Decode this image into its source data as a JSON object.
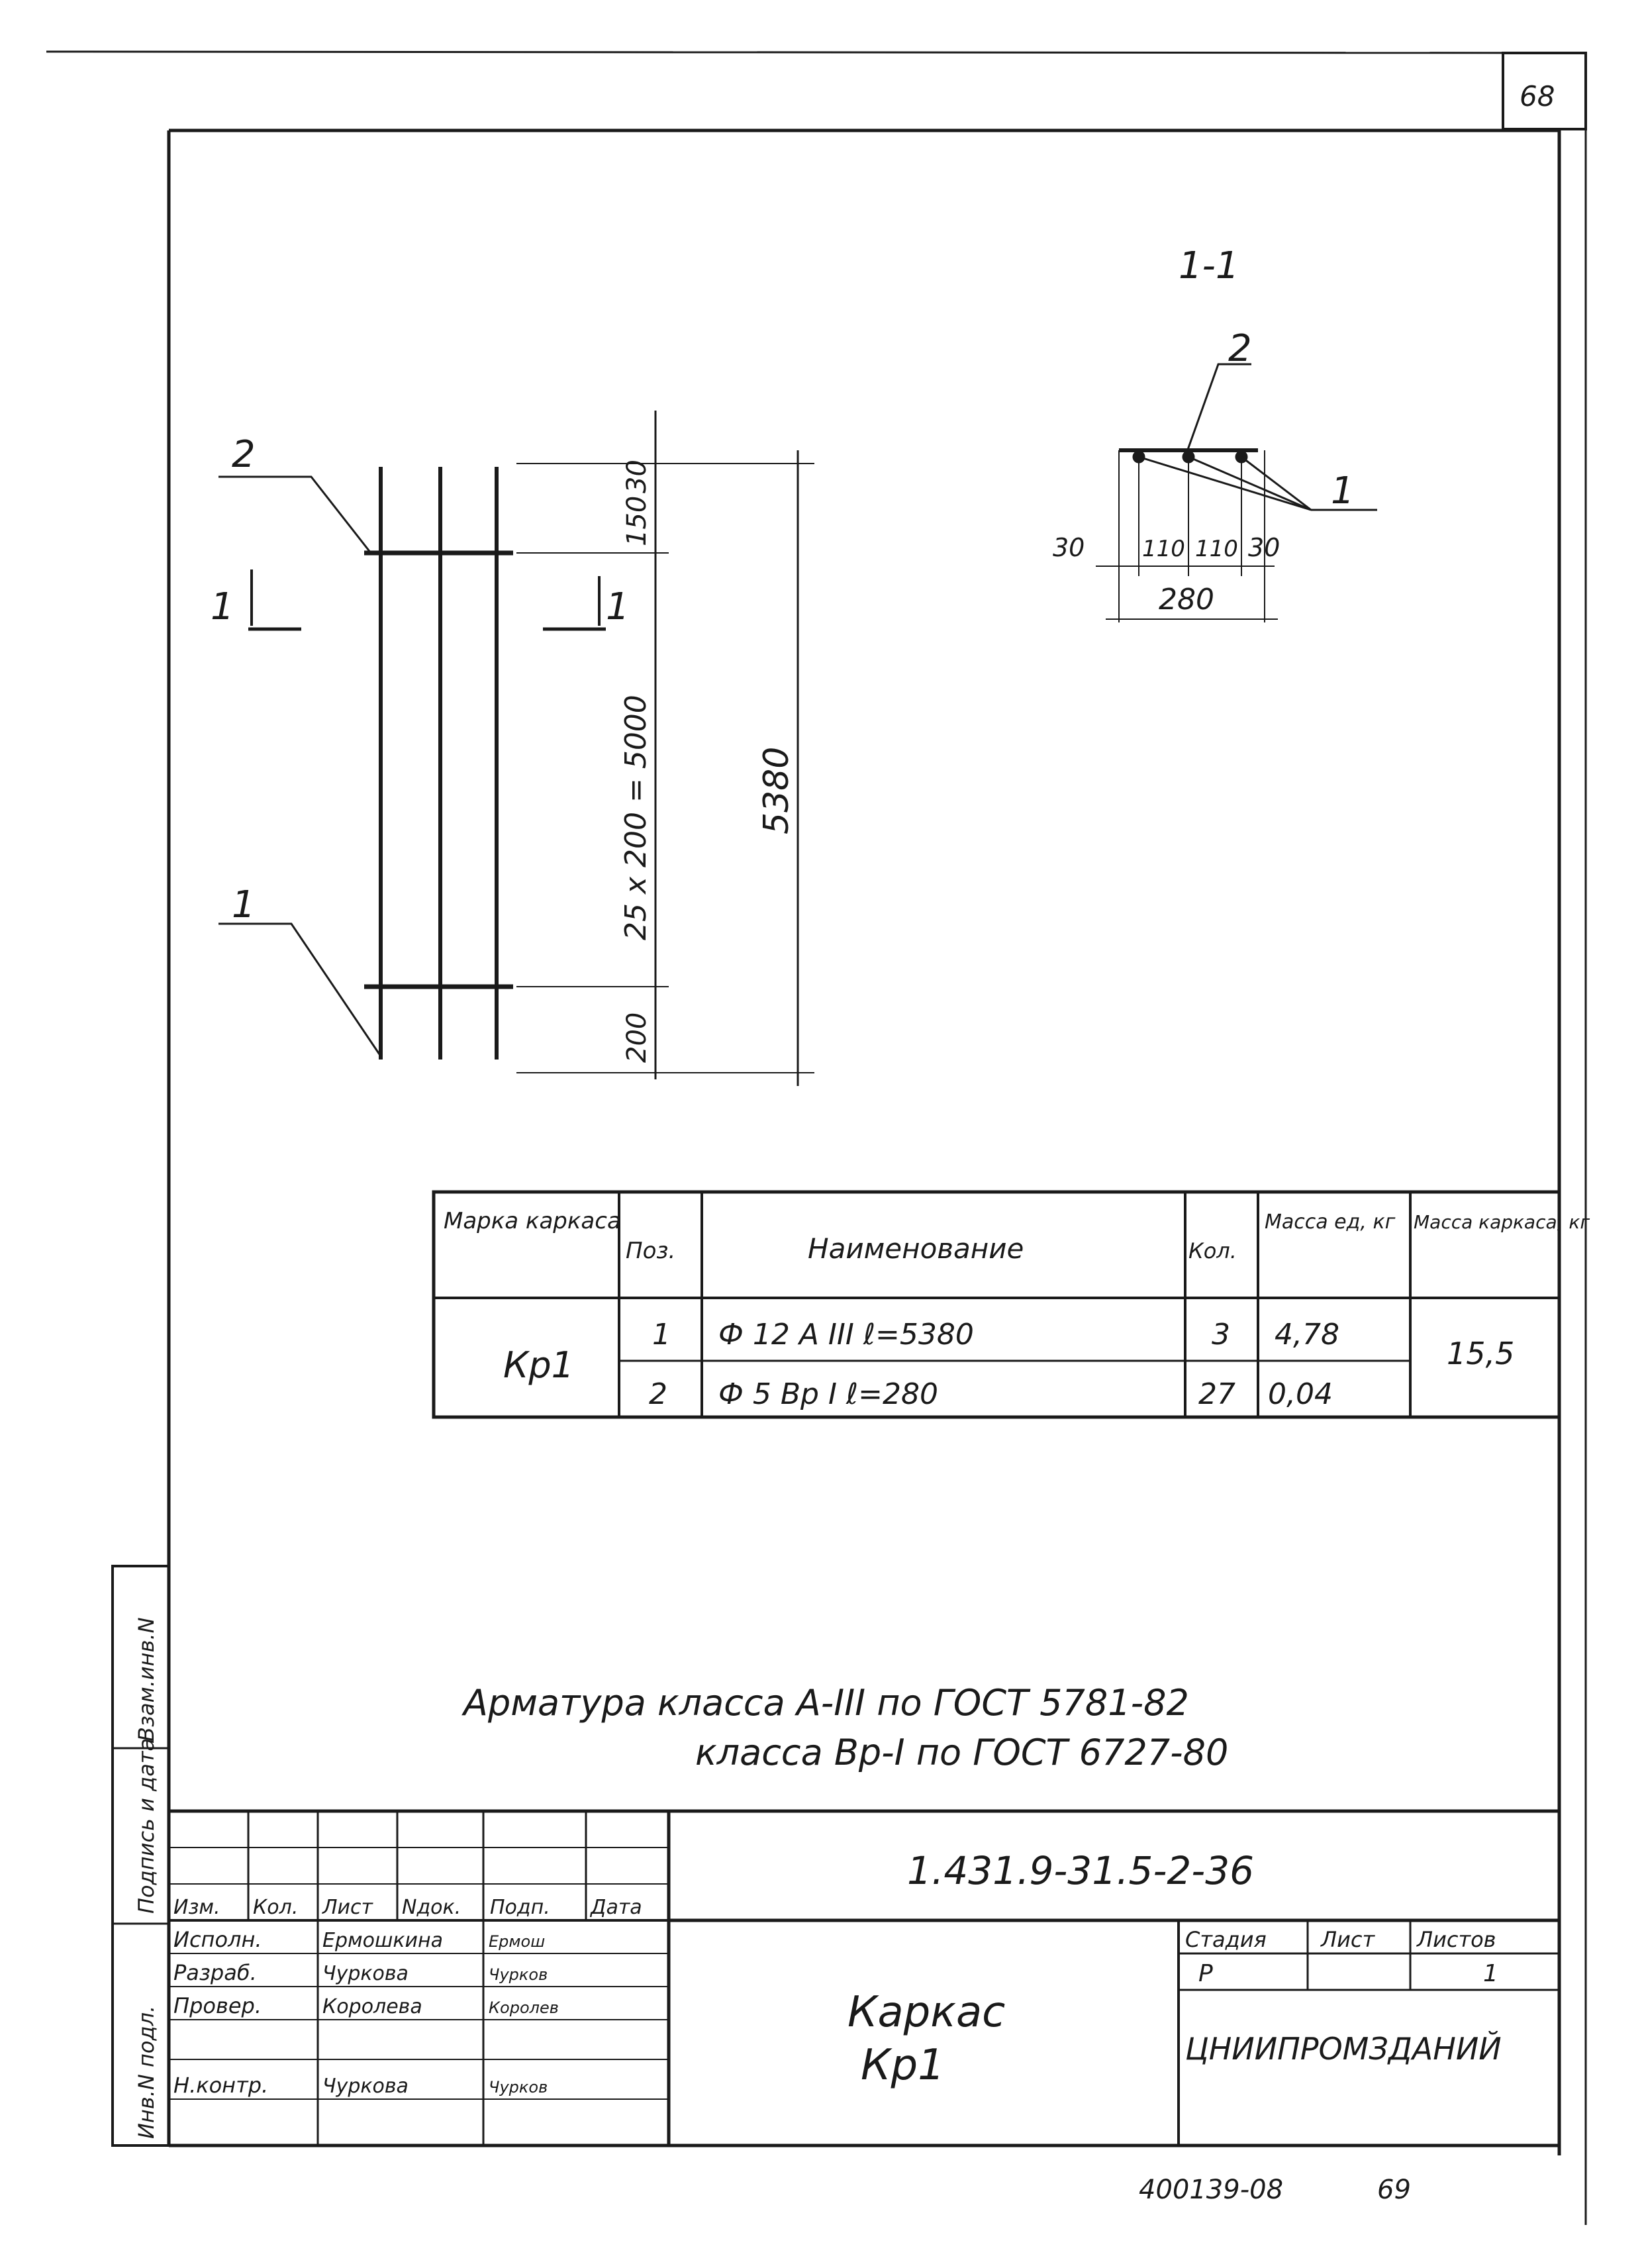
{
  "sheet": {
    "number": "68",
    "footer_code": "400139-08",
    "footer_page": "69"
  },
  "section_view": {
    "title": "1-1",
    "position_rod": "2",
    "position_bars": "1",
    "dim_left": "30",
    "dim_spacing_1": "110",
    "dim_spacing_2": "110",
    "dim_right": "30",
    "dim_total": "280"
  },
  "frame_view": {
    "label_top": "2",
    "label_bottom": "1",
    "cut_left": "1",
    "cut_right": "1",
    "dim_top": "30",
    "dim_second": "150",
    "dim_middle": "25 x 200 = 5000",
    "dim_bottom": "200",
    "dim_total": "5380"
  },
  "spec_table": {
    "headers": [
      "Марка каркаса",
      "Поз.",
      "Наименование",
      "Кол.",
      "Масса ед, кг",
      "Масса каркаса, кг"
    ],
    "frame_mark": "Кр1",
    "frame_mass": "15,5",
    "rows": [
      {
        "pos": "1",
        "name": "Ф 12 A III  ℓ=5380",
        "qty": "3",
        "unit_mass": "4,78"
      },
      {
        "pos": "2",
        "name": "Ф 5 Bp I  ℓ=280",
        "qty": "27",
        "unit_mass": "0,04"
      }
    ]
  },
  "notes": {
    "line1": "Арматура класса A-III по ГОСТ 5781-82",
    "line2": "класса Bp-I по ГОСТ 6727-80"
  },
  "side_stamp": {
    "fields": [
      "Инв.N подл.",
      "Подпись и дата",
      "Взам.инв.N"
    ]
  },
  "title_block": {
    "code": "1.431.9-31.5-2-36",
    "drawing_title_1": "Каркас",
    "drawing_title_2": "Кр1",
    "col_headers": [
      "Изм.",
      "Кол.",
      "Лист",
      "Nдок.",
      "Подп.",
      "Дата"
    ],
    "people": [
      {
        "role": "Исполн.",
        "name": "Ермошкина",
        "sign": "Ермош"
      },
      {
        "role": "Разраб.",
        "name": "Чуркова",
        "sign": "Чурков"
      },
      {
        "role": "Провер.",
        "name": "Королева",
        "sign": "Королев"
      },
      {
        "role": "Н.контр.",
        "name": "Чуркова",
        "sign": "Чурков"
      }
    ],
    "stage_label": "Стадия",
    "sheet_label": "Лист",
    "sheets_label": "Листов",
    "stage_value": "Р",
    "sheet_value": "",
    "sheets_value": "1",
    "organization": "ЦНИИПРОМЗДАНИЙ"
  }
}
